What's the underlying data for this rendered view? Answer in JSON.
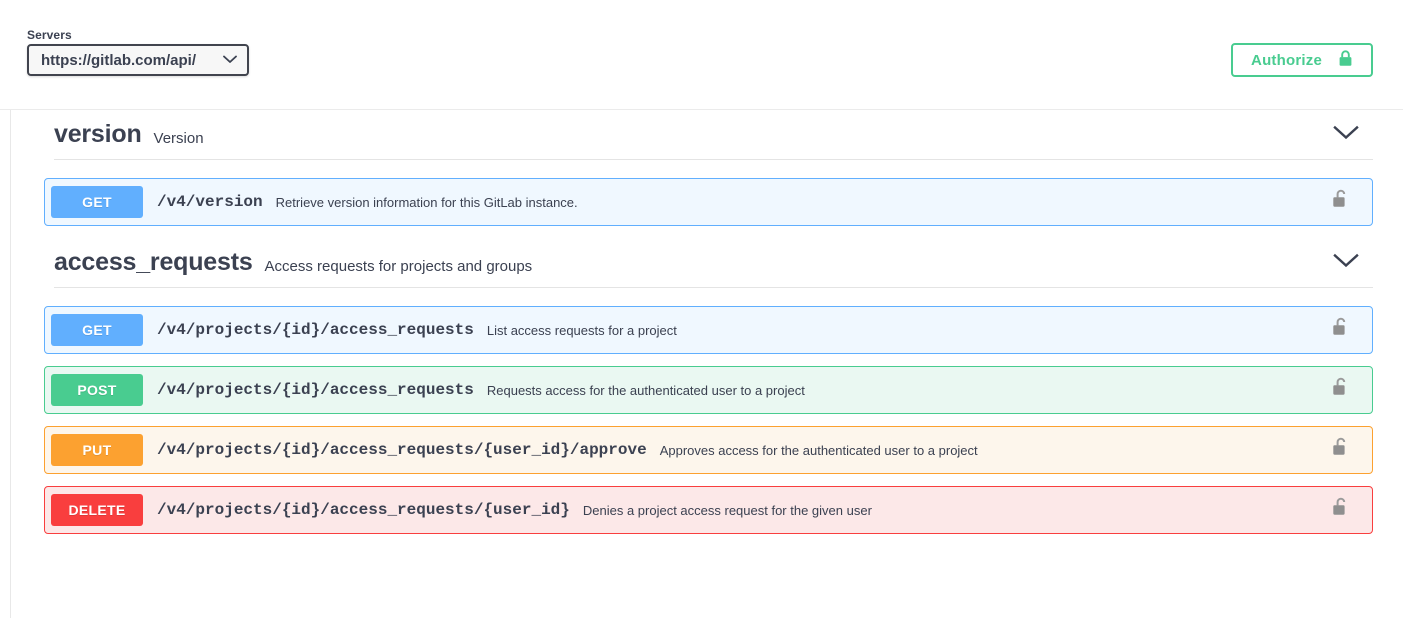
{
  "scheme": {
    "servers_label": "Servers",
    "server_selected": "https://gitlab.com/api/",
    "dropdown_icon": "chevron-down-icon",
    "authorize_label": "Authorize",
    "authorize_icon": "lock-closed-icon",
    "authorize_color": "#49cc90"
  },
  "colors": {
    "get": "#61affe",
    "post": "#49cc90",
    "put": "#fca130",
    "delete": "#f93e3e",
    "text": "#3b4151"
  },
  "sections": [
    {
      "name": "version",
      "description": "Version",
      "arrow_icon": "chevron-down-icon",
      "operations": [
        {
          "method": "GET",
          "method_class": "get",
          "path": "/v4/version",
          "summary": "Retrieve version information for this GitLab instance.",
          "lock_icon": "lock-open-icon"
        }
      ]
    },
    {
      "name": "access_requests",
      "description": "Access requests for projects and groups",
      "arrow_icon": "chevron-down-icon",
      "operations": [
        {
          "method": "GET",
          "method_class": "get",
          "path": "/v4/projects/{id}/access_requests",
          "summary": "List access requests for a project",
          "lock_icon": "lock-open-icon"
        },
        {
          "method": "POST",
          "method_class": "post",
          "path": "/v4/projects/{id}/access_requests",
          "summary": "Requests access for the authenticated user to a project",
          "lock_icon": "lock-open-icon"
        },
        {
          "method": "PUT",
          "method_class": "put",
          "path": "/v4/projects/{id}/access_requests/{user_id}/approve",
          "summary": "Approves access for the authenticated user to a project",
          "lock_icon": "lock-open-icon"
        },
        {
          "method": "DELETE",
          "method_class": "delete",
          "path": "/v4/projects/{id}/access_requests/{user_id}",
          "summary": "Denies a project access request for the given user",
          "lock_icon": "lock-open-icon"
        }
      ]
    }
  ]
}
